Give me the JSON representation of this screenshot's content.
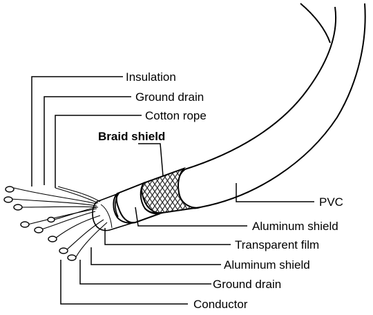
{
  "diagram": {
    "labels": {
      "insulation": "Insulation",
      "ground_drain_top": "Ground drain",
      "cotton_rope": "Cotton rope",
      "braid_shield": "Braid shield",
      "pvc": "PVC",
      "aluminum_shield_outer": "Aluminum shield",
      "transparent_film": "Transparent film",
      "aluminum_shield_inner": "Aluminum shield",
      "ground_drain_bottom": "Ground drain",
      "conductor": "Conductor"
    },
    "colors": {
      "line": "#000000",
      "background": "#ffffff",
      "braid": "#2a2a2a"
    }
  }
}
